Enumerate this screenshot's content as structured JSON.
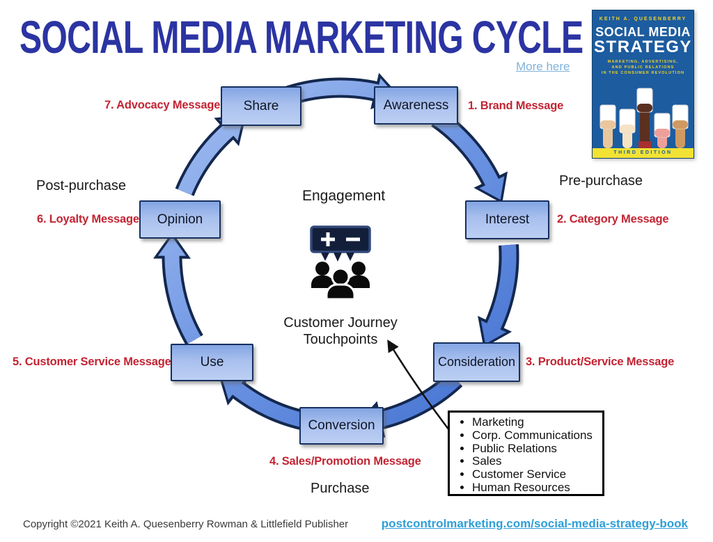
{
  "header": {
    "title": "SOCIAL MEDIA MARKETING CYCLE",
    "more_link": "More here"
  },
  "book": {
    "author": "KEITH A. QUESENBERRY",
    "title_line1": "SOCIAL MEDIA",
    "title_line2": "STRATEGY",
    "subtitle_line1": "MARKETING, ADVERTISING,",
    "subtitle_line2": "AND PUBLIC RELATIONS",
    "subtitle_line3": "IN THE CONSUMER REVOLUTION",
    "edition": "THIRD EDITION"
  },
  "cycle": {
    "stages": [
      "Share",
      "Awareness",
      "Interest",
      "Consideration",
      "Conversion",
      "Use",
      "Opinion"
    ],
    "messages": [
      "1. Brand Message",
      "2. Category Message",
      "3. Product/Service Message",
      "4. Sales/Promotion Message",
      "5. Customer Service Message",
      "6. Loyalty Message",
      "7. Advocacy Message"
    ],
    "phases": {
      "pre": "Pre-purchase",
      "post": "Post-purchase",
      "purchase": "Purchase"
    },
    "center": {
      "engagement": "Engagement",
      "touchpoints_line1": "Customer Journey",
      "touchpoints_line2": "Touchpoints"
    }
  },
  "departments": [
    "Marketing",
    "Corp. Communications",
    "Public Relations",
    "Sales",
    "Customer Service",
    "Human Resources"
  ],
  "footer": {
    "copyright": "Copyright ©2021 Keith A. Quesenberry Rowman & Littlefield Publisher",
    "link": "postcontrolmarketing.com/social-media-strategy-book"
  },
  "colors": {
    "title_blue": "#2b34a2",
    "message_red": "#c32433",
    "more_link_blue": "#7fb3d9",
    "footer_link_blue": "#2d9fd8",
    "box_border_navy": "#16305f",
    "arrow_blue": "#5c88dc",
    "book_bg_blue": "#1d5c9f",
    "book_yellow": "#f2e234"
  }
}
